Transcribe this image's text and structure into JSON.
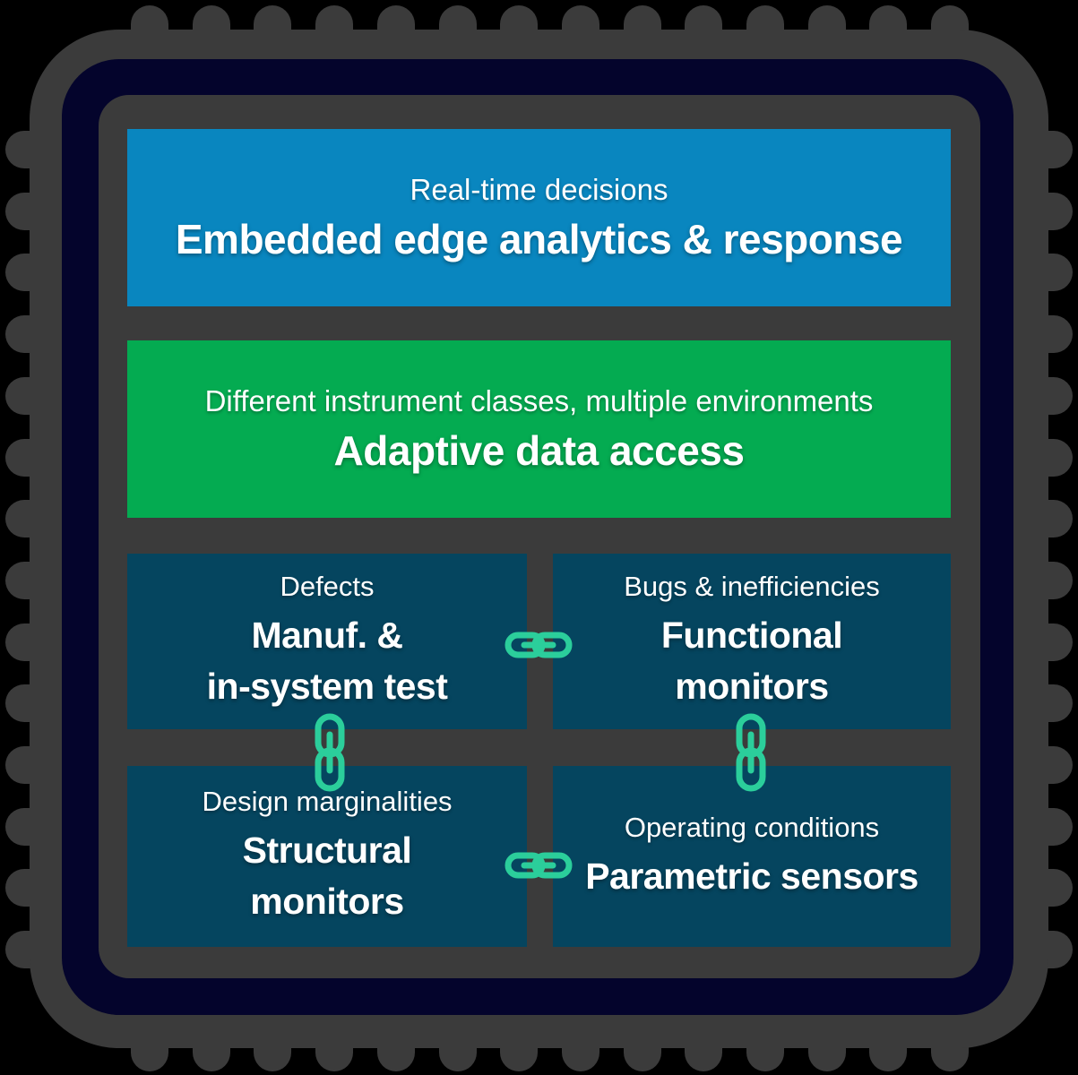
{
  "chip": {
    "top_layer": {
      "eyebrow": "Real-time decisions",
      "title": "Embedded edge analytics & response"
    },
    "middle_layer": {
      "eyebrow": "Different instrument classes, multiple environments",
      "title": "Adaptive data access"
    },
    "monitor_blocks": {
      "manuf_test": {
        "eyebrow": "Defects",
        "title_line1": "Manuf. &",
        "title_line2": "in-system test"
      },
      "functional_monitors": {
        "eyebrow": "Bugs & inefficiencies",
        "title_line1": "Functional",
        "title_line2": "monitors"
      },
      "structural_monitors": {
        "eyebrow": "Design marginalities",
        "title_line1": "Structural",
        "title_line2": "monitors"
      },
      "parametric_sensors": {
        "eyebrow": "Operating conditions",
        "title_line1": "Parametric sensors",
        "title_line2": ""
      }
    },
    "icons": {
      "chain_link": "chain-link-icon"
    },
    "colors": {
      "chip_body_gray": "#3B3B3B",
      "chip_ring_navy": "#04042C",
      "analytics_blue": "#0986BF",
      "data_access_green": "#04AB51",
      "monitor_teal": "#05455F",
      "chain_green": "#2BCE9B",
      "text_white": "#FFFFFF"
    }
  }
}
